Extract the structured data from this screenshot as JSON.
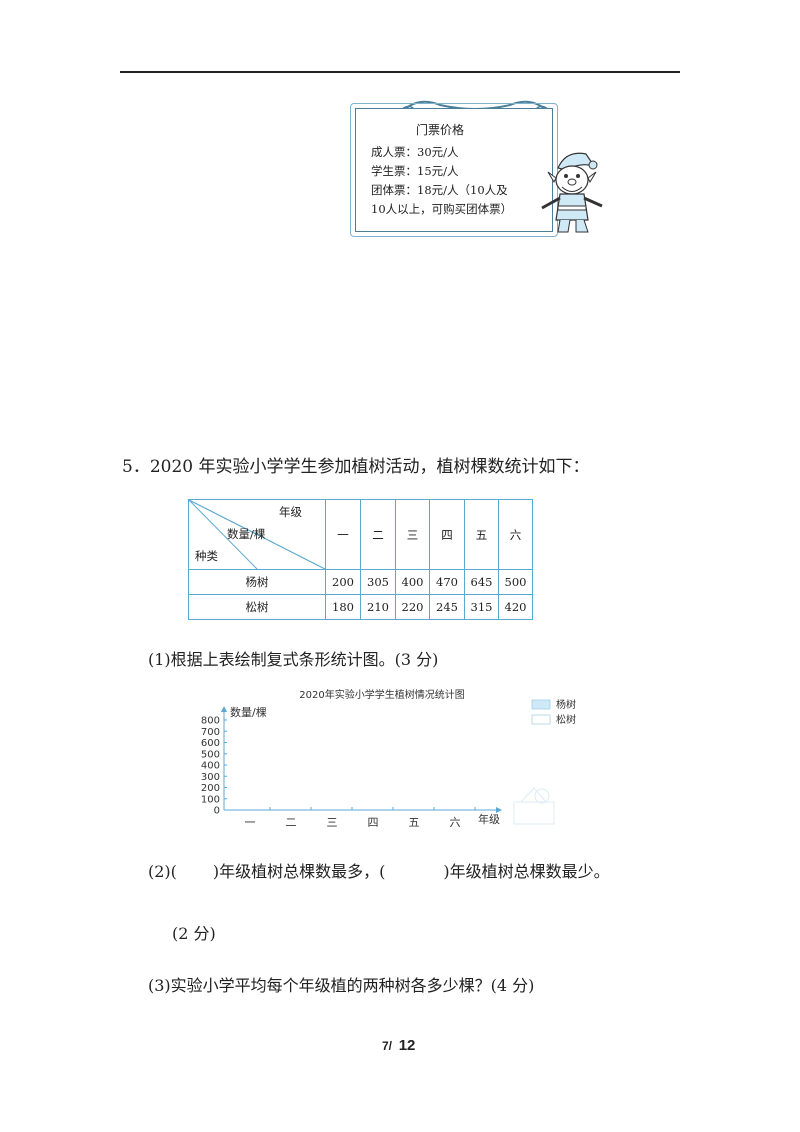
{
  "ticket": {
    "title": "门票价格",
    "lines": [
      "成人票：30元/人",
      "学生票：15元/人",
      "团体票：18元/人（10人及",
      "10人以上，可购买团体票）"
    ]
  },
  "question5": {
    "stem": "5．2020 年实验小学学生参加植树活动，植树棵数统计如下：",
    "table": {
      "header_top": "年级",
      "header_mid": "数量/棵",
      "header_bottom": "种类",
      "grades": [
        "一",
        "二",
        "三",
        "四",
        "五",
        "六"
      ],
      "rows": [
        {
          "label": "杨树",
          "values": [
            "200",
            "305",
            "400",
            "470",
            "645",
            "500"
          ]
        },
        {
          "label": "松树",
          "values": [
            "180",
            "210",
            "220",
            "245",
            "315",
            "420"
          ]
        }
      ]
    },
    "part1": "(1)根据上表绘制复式条形统计图。(3 分)",
    "part2_a": "(2)(",
    "part2_b": ")年级植树总棵数最多，(",
    "part2_c": ")年级植树总棵数最少。",
    "part2_score": "(2 分)",
    "part3": "(3)实验小学平均每个年级植的两种树各多少棵？(4 分)"
  },
  "chart_data": {
    "type": "bar",
    "title": "2020年实验小学学生植树情况统计图",
    "ylabel": "数量/棵",
    "xlabel": "年级",
    "categories": [
      "一",
      "二",
      "三",
      "四",
      "五",
      "六"
    ],
    "yticks": [
      "800",
      "700",
      "600",
      "500",
      "400",
      "300",
      "200",
      "100",
      "0"
    ],
    "ylim": [
      0,
      800
    ],
    "series": [
      {
        "name": "杨树",
        "values": [],
        "color": "#cfe9f7"
      },
      {
        "name": "松树",
        "values": [],
        "color": "#ffffff"
      }
    ],
    "legend_position": "top-right",
    "grid": false
  },
  "page": {
    "num": "7/",
    "total": "12"
  }
}
